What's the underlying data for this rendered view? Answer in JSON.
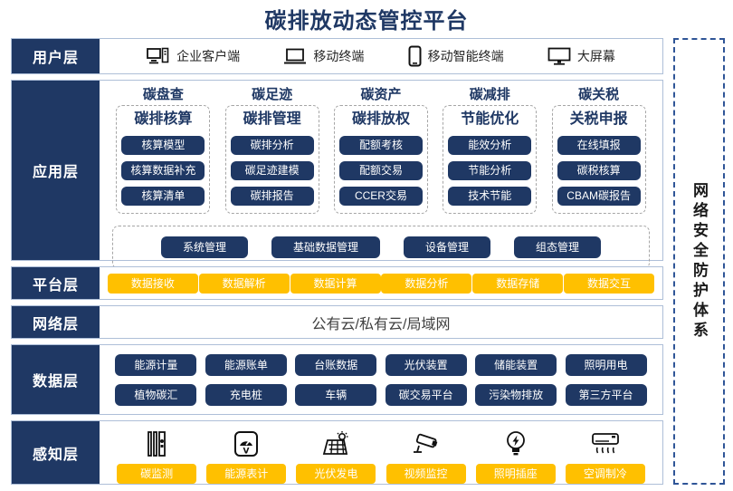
{
  "title": "碳排放动态管控平台",
  "colors": {
    "navy": "#1f3864",
    "yellow": "#ffc000",
    "row_border": "#aebfd8",
    "dashed_gray": "#a6a6a6",
    "security_border": "#2f5597"
  },
  "security_band": {
    "label": "网络安全防护体系"
  },
  "layers": {
    "user": {
      "label": "用户层",
      "items": [
        {
          "icon": "desktop-icon",
          "label": "企业客户端"
        },
        {
          "icon": "laptop-icon",
          "label": "移动终端"
        },
        {
          "icon": "smartphone-icon",
          "label": "移动智能终端"
        },
        {
          "icon": "monitor-icon",
          "label": "大屏幕"
        }
      ]
    },
    "application": {
      "label": "应用层",
      "columns": [
        {
          "title": "碳盘查",
          "subtitle": "碳排核算",
          "items": [
            "核算模型",
            "核算数据补充",
            "核算清单"
          ]
        },
        {
          "title": "碳足迹",
          "subtitle": "碳排管理",
          "items": [
            "碳排分析",
            "碳足迹建模",
            "碳排报告"
          ]
        },
        {
          "title": "碳资产",
          "subtitle": "碳排放权",
          "items": [
            "配额考核",
            "配额交易",
            "CCER交易"
          ]
        },
        {
          "title": "碳减排",
          "subtitle": "节能优化",
          "items": [
            "能效分析",
            "节能分析",
            "技术节能"
          ]
        },
        {
          "title": "碳关税",
          "subtitle": "关税申报",
          "items": [
            "在线填报",
            "碳税核算",
            "CBAM碳报告"
          ]
        }
      ],
      "common_modules": [
        "系统管理",
        "基础数据管理",
        "设备管理",
        "组态管理"
      ]
    },
    "platform": {
      "label": "平台层",
      "items": [
        "数据接收",
        "数据解析",
        "数据计算",
        "数据分析",
        "数据存储",
        "数据交互"
      ]
    },
    "network": {
      "label": "网络层",
      "content": "公有云/私有云/局域网"
    },
    "data": {
      "label": "数据层",
      "rows": [
        [
          "能源计量",
          "能源账单",
          "台账数据",
          "光伏装置",
          "储能装置",
          "照明用电"
        ],
        [
          "植物碳汇",
          "充电桩",
          "车辆",
          "碳交易平台",
          "污染物排放",
          "第三方平台"
        ]
      ]
    },
    "perception": {
      "label": "感知层",
      "items": [
        {
          "icon": "carbon-monitor-icon",
          "label": "碳监测"
        },
        {
          "icon": "energy-meter-icon",
          "label": "能源表计"
        },
        {
          "icon": "solar-panel-icon",
          "label": "光伏发电"
        },
        {
          "icon": "cctv-camera-icon",
          "label": "视频监控"
        },
        {
          "icon": "light-bulb-icon",
          "label": "照明插座"
        },
        {
          "icon": "air-conditioner-icon",
          "label": "空调制冷"
        }
      ]
    }
  }
}
